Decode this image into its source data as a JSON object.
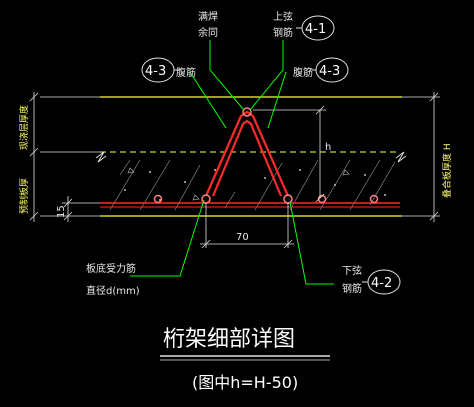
{
  "colors": {
    "background": "#000000",
    "leader_green": "#00ff00",
    "rebar_red": "#ff2a2a",
    "rebar_highlight": "#ff8080",
    "slab_yellow": "#ffff33",
    "concrete_gray": "#bfbfbf",
    "dim_white": "#e0e0e0",
    "text_white": "#ffffff"
  },
  "labels": {
    "full_weld_line1": "满焊",
    "full_weld_line2": "余同",
    "top_chord_line1": "上弦",
    "top_chord_line2": "钢筋",
    "web_left": "腹筋",
    "web_right": "腹筋",
    "bottom_chord_line1": "下弦",
    "bottom_chord_line2": "钢筋",
    "slab_bottom_rebar_line1": "板底受力筋",
    "slab_bottom_rebar_line2": "直径d(mm)",
    "left_dim_upper": "现浇层厚度",
    "left_dim_lower": "预制板厚",
    "right_dim": "叠合板厚度 H",
    "dim_h": "h",
    "dim_70": "70",
    "dim_15": "15"
  },
  "callouts": {
    "c41": "4-1",
    "c43_left": "4-3",
    "c43_right": "4-3",
    "c42": "4-2"
  },
  "title": {
    "main": "桁架细部详图",
    "note": "(图中h=H-50)"
  }
}
